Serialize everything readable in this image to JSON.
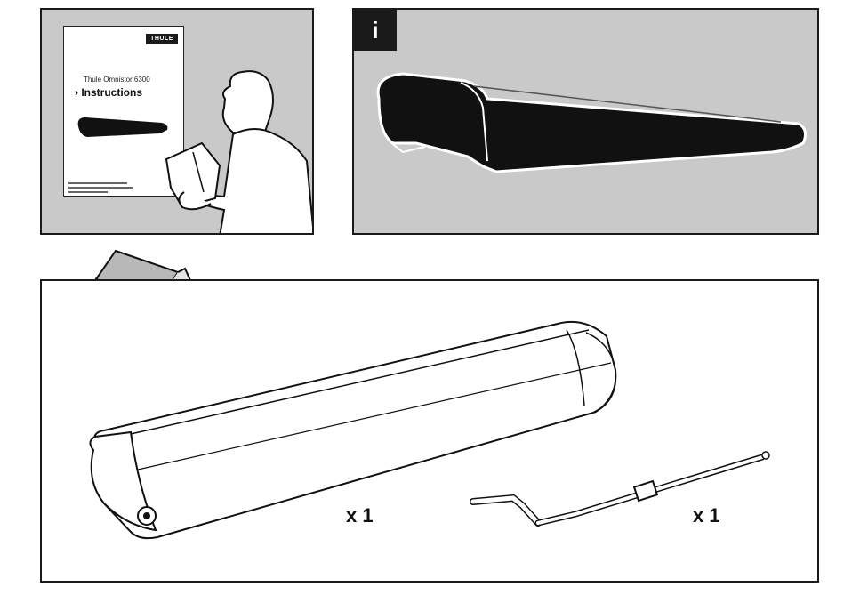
{
  "booklet": {
    "brand": "THULE",
    "product": "Thule Omnistor 6300",
    "heading": "› Instructions"
  },
  "info_panel": {
    "badge": "i"
  },
  "contents": {
    "awning_qty": "x 1",
    "crank_qty": "x 1"
  }
}
